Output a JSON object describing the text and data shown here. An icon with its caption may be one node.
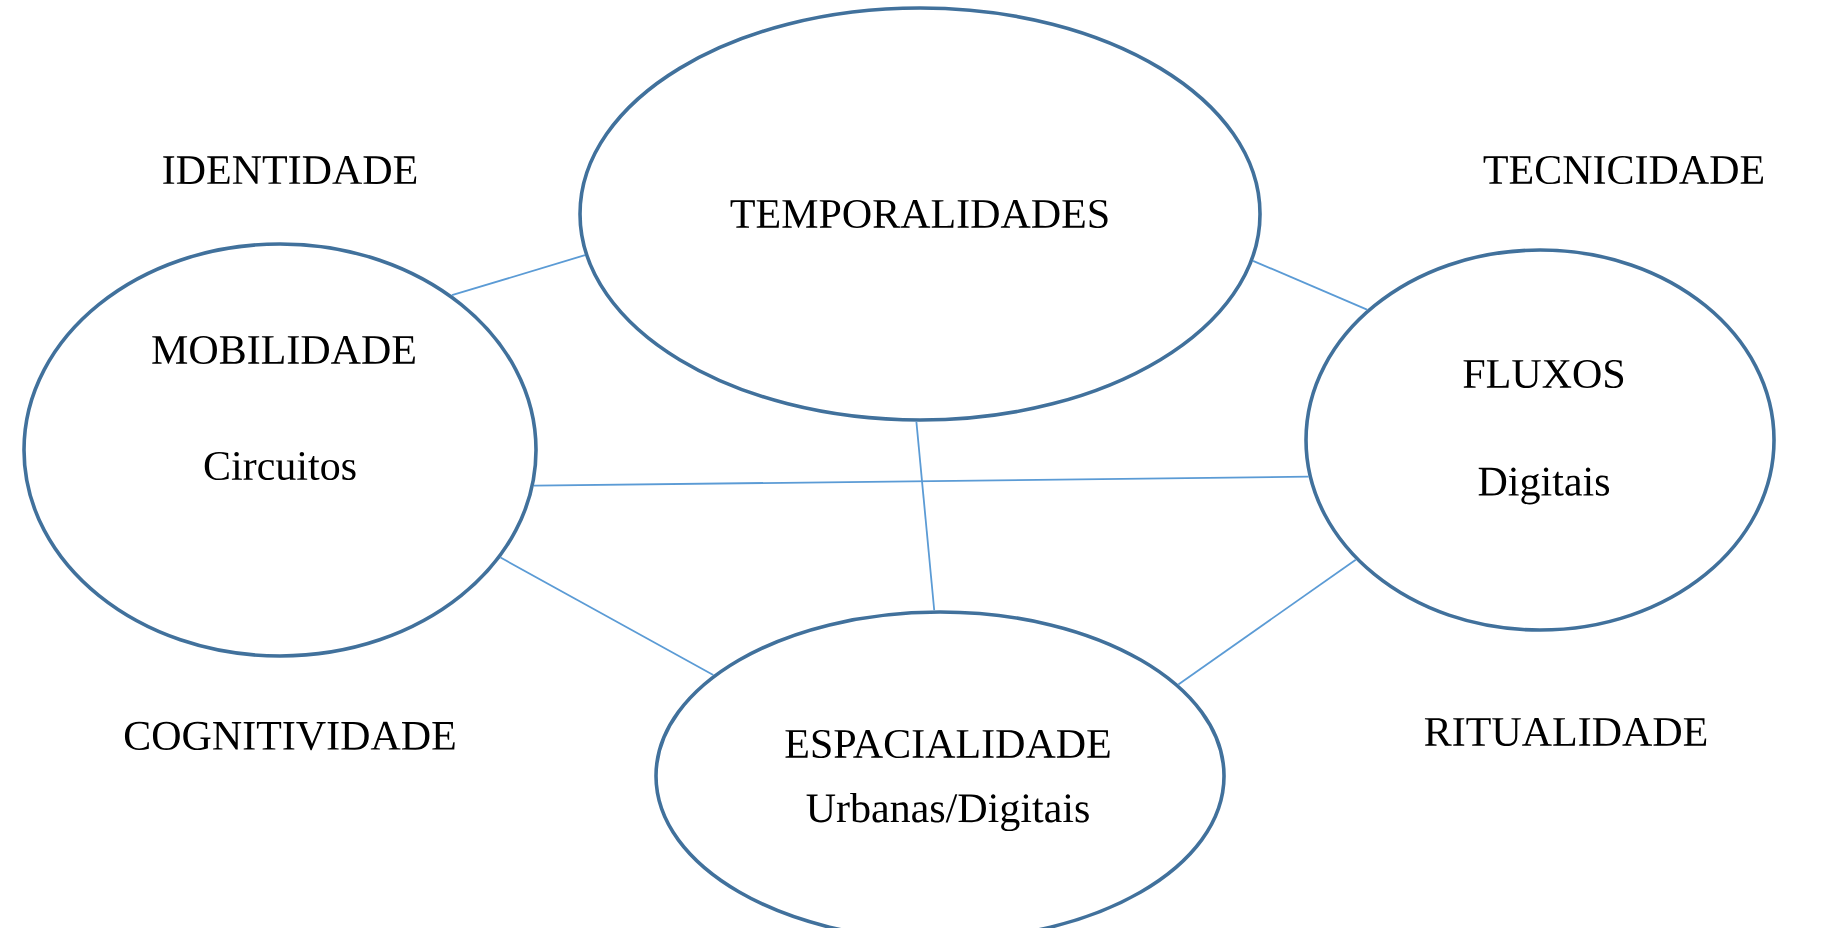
{
  "diagram": {
    "nodes": [
      {
        "text": [
          "TEMPORALIDADES"
        ]
      },
      {
        "text": [
          "MOBILIDADE",
          "Circuitos"
        ]
      },
      {
        "text": [
          "FLUXOS",
          "Digitais"
        ]
      },
      {
        "text": [
          "ESPACIALIDADE",
          "Urbanas/Digitais"
        ]
      }
    ],
    "edges": [
      {
        "from": 1,
        "to": 0,
        "arrow": "none"
      },
      {
        "from": 0,
        "to": 2,
        "arrow": "none"
      },
      {
        "from": 1,
        "to": 2,
        "arrow": "none"
      },
      {
        "from": 0,
        "to": 3,
        "arrow": "none"
      },
      {
        "from": 1,
        "to": 3,
        "arrow": "none"
      },
      {
        "from": 2,
        "to": 3,
        "arrow": "none"
      }
    ],
    "labels": [
      "IDENTIDADE",
      "TECNICIDADE",
      "COGNITIVIDADE",
      "RITUALIDADE"
    ]
  }
}
